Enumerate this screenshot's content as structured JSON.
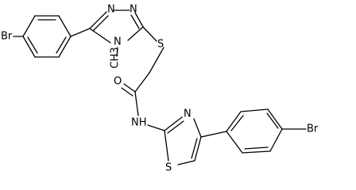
{
  "atoms": {
    "br_left": "Br",
    "n_triazole_top": "N",
    "n_triazole_top2": "N",
    "n_triazole_methyl": "N",
    "methyl": "CH3",
    "s_thioether": "S",
    "o_carbonyl": "O",
    "nh_amide": "NH",
    "n_thiazole": "N",
    "s_thiazole": "S",
    "br_right": "Br"
  }
}
